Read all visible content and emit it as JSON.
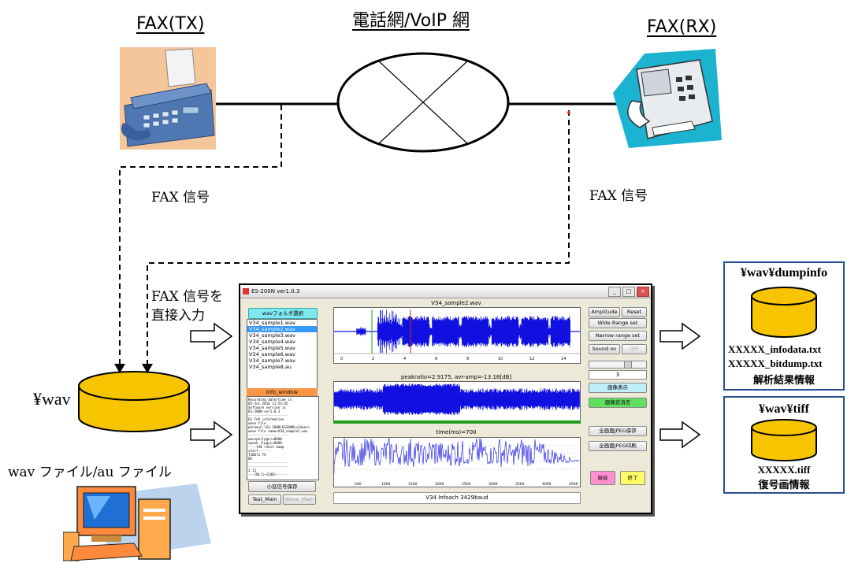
{
  "labels": {
    "network": "電話網/VoIP 網",
    "fax_tx": "FAX(TX)",
    "fax_rx": "FAX(RX)",
    "fax_signal_left": "FAX 信号",
    "fax_signal_right": "FAX 信号",
    "direct_input_1": "FAX 信号を",
    "direct_input_2": "直接入力",
    "wav_db": "¥wav",
    "wav_files": "wav ファイル/au ファイル"
  },
  "output_dumpinfo": {
    "title": "¥wav¥dumpinfo",
    "file1": "XXXXX_infodata.txt",
    "file2": "XXXXX_bitdump.txt",
    "caption": "解析結果情報"
  },
  "output_tiff": {
    "title": "¥wav¥tiff",
    "file1": "XXXXX.tiff",
    "caption": "復号画情報"
  },
  "app": {
    "window_title": "ES-200N ver1.0.3",
    "folder_button": "wavフォルダ選択",
    "files": [
      "V34_sample1.wav",
      "V34_sample2.wav",
      "V34_sample3.wav",
      "V34_sample4.wav",
      "V34_sample5.wav",
      "V34_sample6.wav",
      "V34_sample7.wav",
      "V34_sample8.au"
    ],
    "selected_index": 1,
    "info_header": "Info_window",
    "info_lines": [
      "Recording date/time is",
      "05-Jul-2016 11:53:45",
      "Software version is",
      "ES-200N-ver1.0.3",
      "--------------------",
      "ES FAX information",
      "wave file",
      "param=C:\\ES-200N\\ES200N\\v34wav\\",
      "wave file name=V34_sample2.wav",
      "--------------------",
      "wavepk(lpgo)=8600",
      "spook  (lpgo)=8600",
      "----t30 rebit dump",
      "start------",
      "T30Dl1  TX",
      "  DE",
      "--------------------",
      "--------------------",
      "2.12",
      "---CNL(1~12dB)------"
    ],
    "small_save_button": "小窓信号保存",
    "test_main_button": "Test_Main",
    "wave_main_button": "Wave_Main",
    "plot1_title": "V34_sample2.wav",
    "plot1_ticks": [
      "0",
      "2",
      "4",
      "6",
      "8",
      "10",
      "12",
      "14"
    ],
    "plot2_title": "peakratio=2.9175,   avr-amp=-13.18[dB]",
    "plot3_title": "time(ms)=700",
    "plot3_ticks": [
      "500",
      "1000",
      "1500",
      "2000",
      "2500",
      "3000",
      "3500",
      "4000",
      "4500"
    ],
    "bottom_caption": "V34 Infoach 3429baud",
    "amplitude_button": "Amplitude",
    "reset_button": "Reset",
    "wide_range_button": "Wide Range set",
    "narrow_range_button": "Narrow range set",
    "sound_on_button": "Sound on",
    "off_button": "OFF",
    "slider_value": "3",
    "image_show_button": "画像表示",
    "image_clear_button": "画像窓消去",
    "save_all_jpeg_button": "全画面JPEG保存",
    "print_all_jpeg_button": "全画面JPEG印刷",
    "record_button": "録音",
    "exit_button": "終了"
  },
  "colors": {
    "waveform": "#1010e0",
    "db_fill": "#f7c500",
    "highlight_cyan": "#7fe7ef",
    "info_orange": "#f79646",
    "green_button": "#5fe05f",
    "pink_button": "#ff8fd0",
    "yellow_button": "#ffff66",
    "card_border": "#2a4d8f"
  }
}
